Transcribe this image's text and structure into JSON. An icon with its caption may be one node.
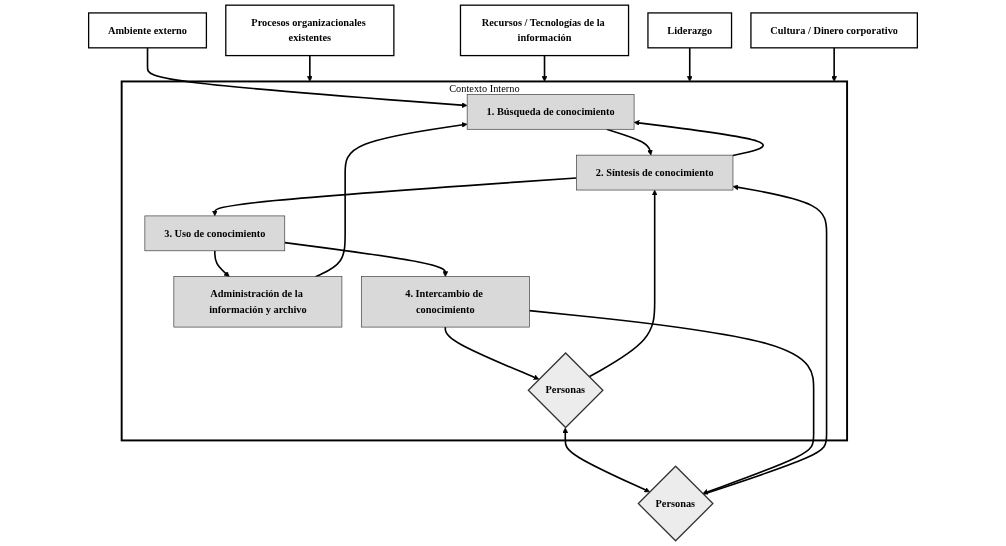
{
  "diagram": {
    "nodes": [
      {
        "text": [
          "Contexto Interno"
        ]
      },
      {
        "text": [
          "1. Búsqueda de conocimiento"
        ],
        "in": 0
      },
      {
        "text": [
          "2. Síntesis de conocimiento"
        ],
        "in": 0
      },
      {
        "text": [
          "Administración de la información y archivo"
        ],
        "in": 0
      },
      {
        "text": [
          "3. Uso de conocimiento"
        ],
        "in": 0
      },
      {
        "text": [
          "Personas"
        ],
        "in": 0
      },
      {
        "text": [
          "4. Intercambio de conocimiento"
        ],
        "in": 0
      },
      {
        "text": [
          "Ambiente externo"
        ]
      },
      {
        "text": [
          "Personas"
        ]
      },
      {
        "text": [
          "Procesos organizacionales existentes"
        ]
      },
      {
        "text": [
          "Recursos / Tecnologías de la información"
        ]
      },
      {
        "text": [
          "Liderazgo"
        ]
      },
      {
        "text": [
          "Cultura / Dinero corporativo"
        ]
      }
    ],
    "edges": [
      {
        "from": 2,
        "to": 1,
        "arrow": "to"
      },
      {
        "from": 1,
        "to": 2,
        "arrow": "to"
      },
      {
        "from": 3,
        "to": 1,
        "arrow": "to"
      },
      {
        "from": 2,
        "to": 4,
        "arrow": "to"
      },
      {
        "from": 4,
        "to": 3,
        "arrow": "to"
      },
      {
        "from": 4,
        "to": 6,
        "arrow": "to"
      },
      {
        "from": 6,
        "to": 5,
        "arrow": "to"
      },
      {
        "from": 5,
        "to": 2,
        "arrow": "to"
      },
      {
        "from": 7,
        "to": 1,
        "arrow": "to"
      },
      {
        "from": 8,
        "to": 2,
        "arrow": "to"
      },
      {
        "from": 5,
        "to": 8,
        "arrow": "both"
      },
      {
        "from": 6,
        "to": 8,
        "arrow": "to"
      },
      {
        "from": 9,
        "to": 0,
        "arrow": "to"
      },
      {
        "from": 10,
        "to": 0,
        "arrow": "to"
      },
      {
        "from": 11,
        "to": 0,
        "arrow": "to"
      },
      {
        "from": 12,
        "to": 0,
        "arrow": "to"
      }
    ]
  }
}
